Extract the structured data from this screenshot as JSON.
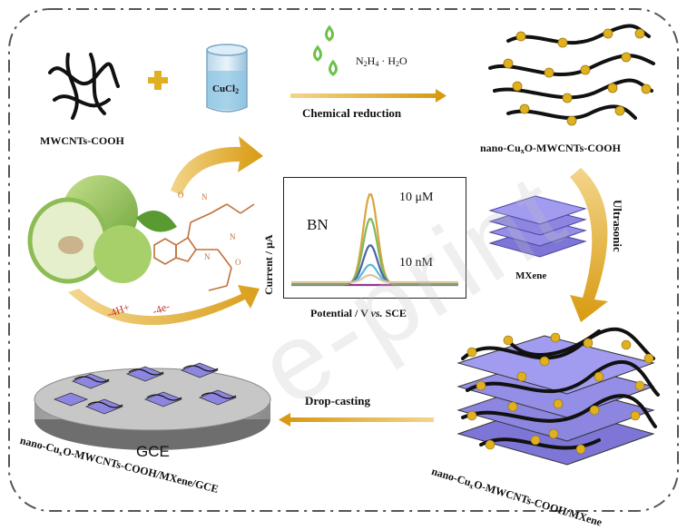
{
  "labels": {
    "mwcnts": "MWCNTs-COOH",
    "cucl": "CuCl",
    "cucl_sub": "2",
    "reagent_a": "N",
    "reagent_a_sub": "2",
    "reagent_b": "H",
    "reagent_b_sub": "4",
    "reagent_c": " · H",
    "reagent_c_sub": "2",
    "reagent_d": "O",
    "chemical_reduction": "Chemical reduction",
    "nano_top_a": "nano-Cu",
    "nano_top_sub": "x",
    "nano_top_b": "O-MWCNTs-COOH",
    "ultrasonic": "Ultrasonic",
    "mxene": "MXene",
    "drop_casting": "Drop-casting",
    "composite_a": "nano-Cu",
    "composite_sub": "x",
    "composite_b": "O-MWCNTs-COOH/MXene",
    "electrode_a": "nano-Cu",
    "electrode_sub": "x",
    "electrode_b": "O-MWCNTs-COOH/MXene/GCE",
    "gce": "GCE",
    "minus_4h": "-4H+",
    "minus_4e": "-4e-"
  },
  "chart_data": {
    "type": "line",
    "title": "",
    "xlabel_a": "Potential / V ",
    "xlabel_em": "vs.",
    "xlabel_b": " SCE",
    "ylabel": "Current / μA",
    "analyte": "BN",
    "conc_high": "10 μM",
    "conc_low": "10 nM",
    "series": [
      {
        "color": "#8e3b8e",
        "peak": 0.0
      },
      {
        "color": "#d9a441",
        "peak": 1.0
      },
      {
        "color": "#7fb95a",
        "peak": 0.72
      },
      {
        "color": "#4a63a8",
        "peak": 0.42
      },
      {
        "color": "#5bb8d9",
        "peak": 0.2
      },
      {
        "color": "#d8c4a0",
        "peak": 0.08
      }
    ]
  },
  "colors": {
    "gold": "#e0b021",
    "arrow": "#dca01c",
    "mxene": "#8d86e0",
    "apple": "#8fc25b",
    "drops": "#6cc04a"
  }
}
